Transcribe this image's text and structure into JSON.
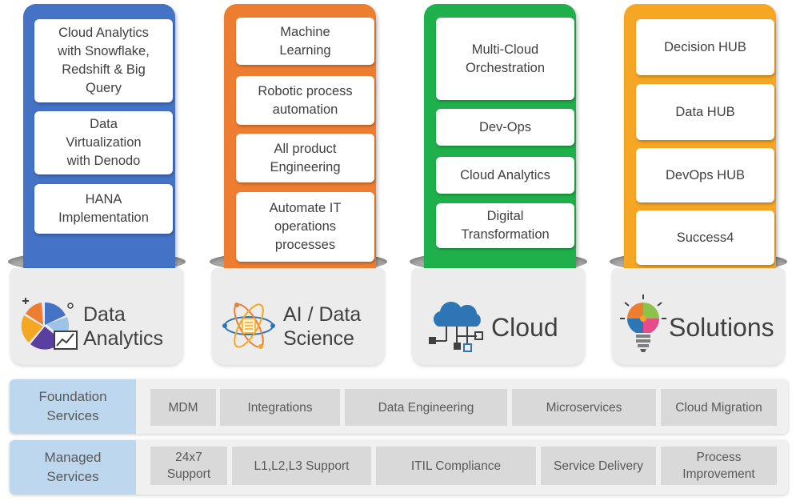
{
  "pillars": [
    {
      "title": "Data\nAnalytics",
      "color": "#4472c4",
      "icon": "pie-chart-icon",
      "items": [
        "Cloud Analytics\nwith Snowflake,\nRedshift & Big\nQuery",
        "Data\nVirtualization\nwith Denodo",
        "HANA\nImplementation"
      ]
    },
    {
      "title": "AI / Data\nScience",
      "color": "#ed7d31",
      "icon": "atom-icon",
      "items": [
        "Machine\nLearning",
        "Robotic process\nautomation",
        "All product\nEngineering",
        "Automate IT\noperations\nprocesses"
      ]
    },
    {
      "title": "Cloud",
      "color": "#1fb04b",
      "icon": "cloud-network-icon",
      "items": [
        "Multi-Cloud\nOrchestration",
        "Dev-Ops",
        "Cloud Analytics",
        "Digital\nTransformation"
      ]
    },
    {
      "title": "Solutions",
      "color": "#f5a623",
      "icon": "puzzle-bulb-icon",
      "items": [
        "Decision HUB",
        "Data HUB",
        "DevOps HUB",
        "Success4"
      ]
    }
  ],
  "foundation": {
    "label": "Foundation\nServices",
    "color": "#bdd7ee",
    "items": [
      "MDM",
      "Integrations",
      "Data Engineering",
      "Microservices",
      "Cloud Migration"
    ]
  },
  "managed": {
    "label": "Managed\nServices",
    "color": "#bdd7ee",
    "items": [
      "24x7\nSupport",
      "L1,L2,L3 Support",
      "ITIL Compliance",
      "Service Delivery",
      "Process\nImprovement"
    ]
  }
}
